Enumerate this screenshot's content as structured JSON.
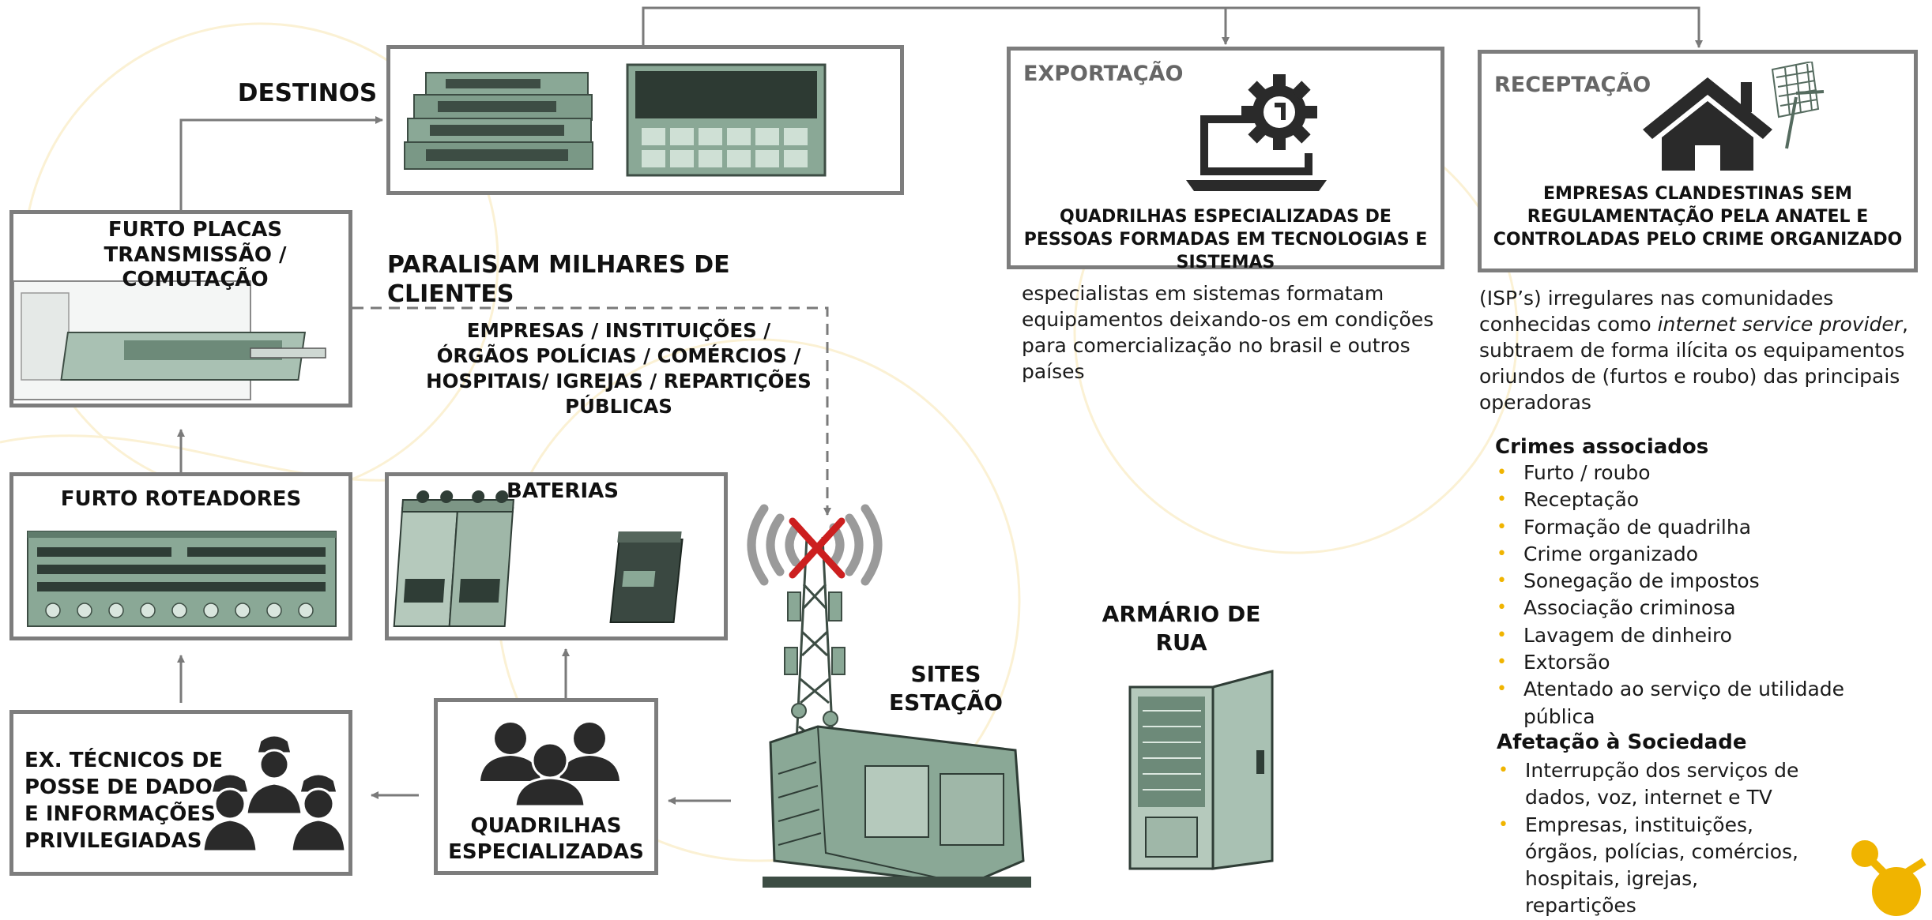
{
  "nodes": {
    "destinos": "DESTINOS",
    "furto_placas": "FURTO PLACAS TRANSMISSÃO / COMUTAÇÃO",
    "furto_roteadores": "FURTO ROTEADORES",
    "baterias": "BATERIAS",
    "ex_tecnicos": "EX. TÉCNICOS DE POSSE DE DADOS E INFORMAÇÕES PRIVILEGIADAS",
    "quadrilhas": "QUADRILHAS ESPECIALIZADAS",
    "sites_estacao": "SITES ESTAÇÃO",
    "armario": "ARMÁRIO DE RUA"
  },
  "headline": {
    "paralisam": "PARALISAM MILHARES DE CLIENTES",
    "affected": "EMPRESAS / INSTITUIÇÕES / ÓRGÃOS POLÍCIAS / COMÉRCIOS / HOSPITAIS/ IGREJAS / REPARTIÇÕES PÚBLICAS"
  },
  "exportacao": {
    "tag": "EXPORTAÇÃO",
    "caption": "QUADRILHAS ESPECIALIZADAS DE PESSOAS FORMADAS EM TECNOLOGIAS E SISTEMAS",
    "description": "especialistas em sistemas formatam equipamentos deixando-os em condições para comercialização no brasil e outros países"
  },
  "receptacao": {
    "tag": "RECEPTAÇÃO",
    "caption": "EMPRESAS CLANDESTINAS SEM REGULAMENTAÇÃO PELA ANATEL E CONTROLADAS PELO CRIME ORGANIZADO",
    "description_pre": "(ISP’s) irregulares nas comunidades conhecidas como ",
    "description_italic": "internet service provider",
    "description_post": ", subtraem  de forma ilícita os equipamentos oriundos de (furtos e roubo) das principais operadoras"
  },
  "crimes": {
    "title": "Crimes associados",
    "items": [
      "Furto / roubo",
      "Receptação",
      "Formação de quadrilha",
      "Crime organizado",
      "Sonegação de impostos",
      "Associação criminosa",
      "Lavagem de dinheiro",
      "Extorsão",
      "Atentado ao serviço de utilidade pública"
    ]
  },
  "afetacao": {
    "title": "Afetação à Sociedade",
    "items": [
      "Interrupção dos serviços de dados, voz, internet e TV",
      "Empresas, instituições, órgãos, polícias, comércios, hospitais, igrejas, repartições"
    ]
  },
  "colors": {
    "box_border": "#7d7d7d",
    "arrow": "#7a7a7a",
    "equipment": "#8aa896",
    "equipment_dark": "#3d4d44",
    "icon_dark": "#2a2a2a",
    "accent_yellow": "#f0b400",
    "cross_red": "#cc1f1f"
  }
}
